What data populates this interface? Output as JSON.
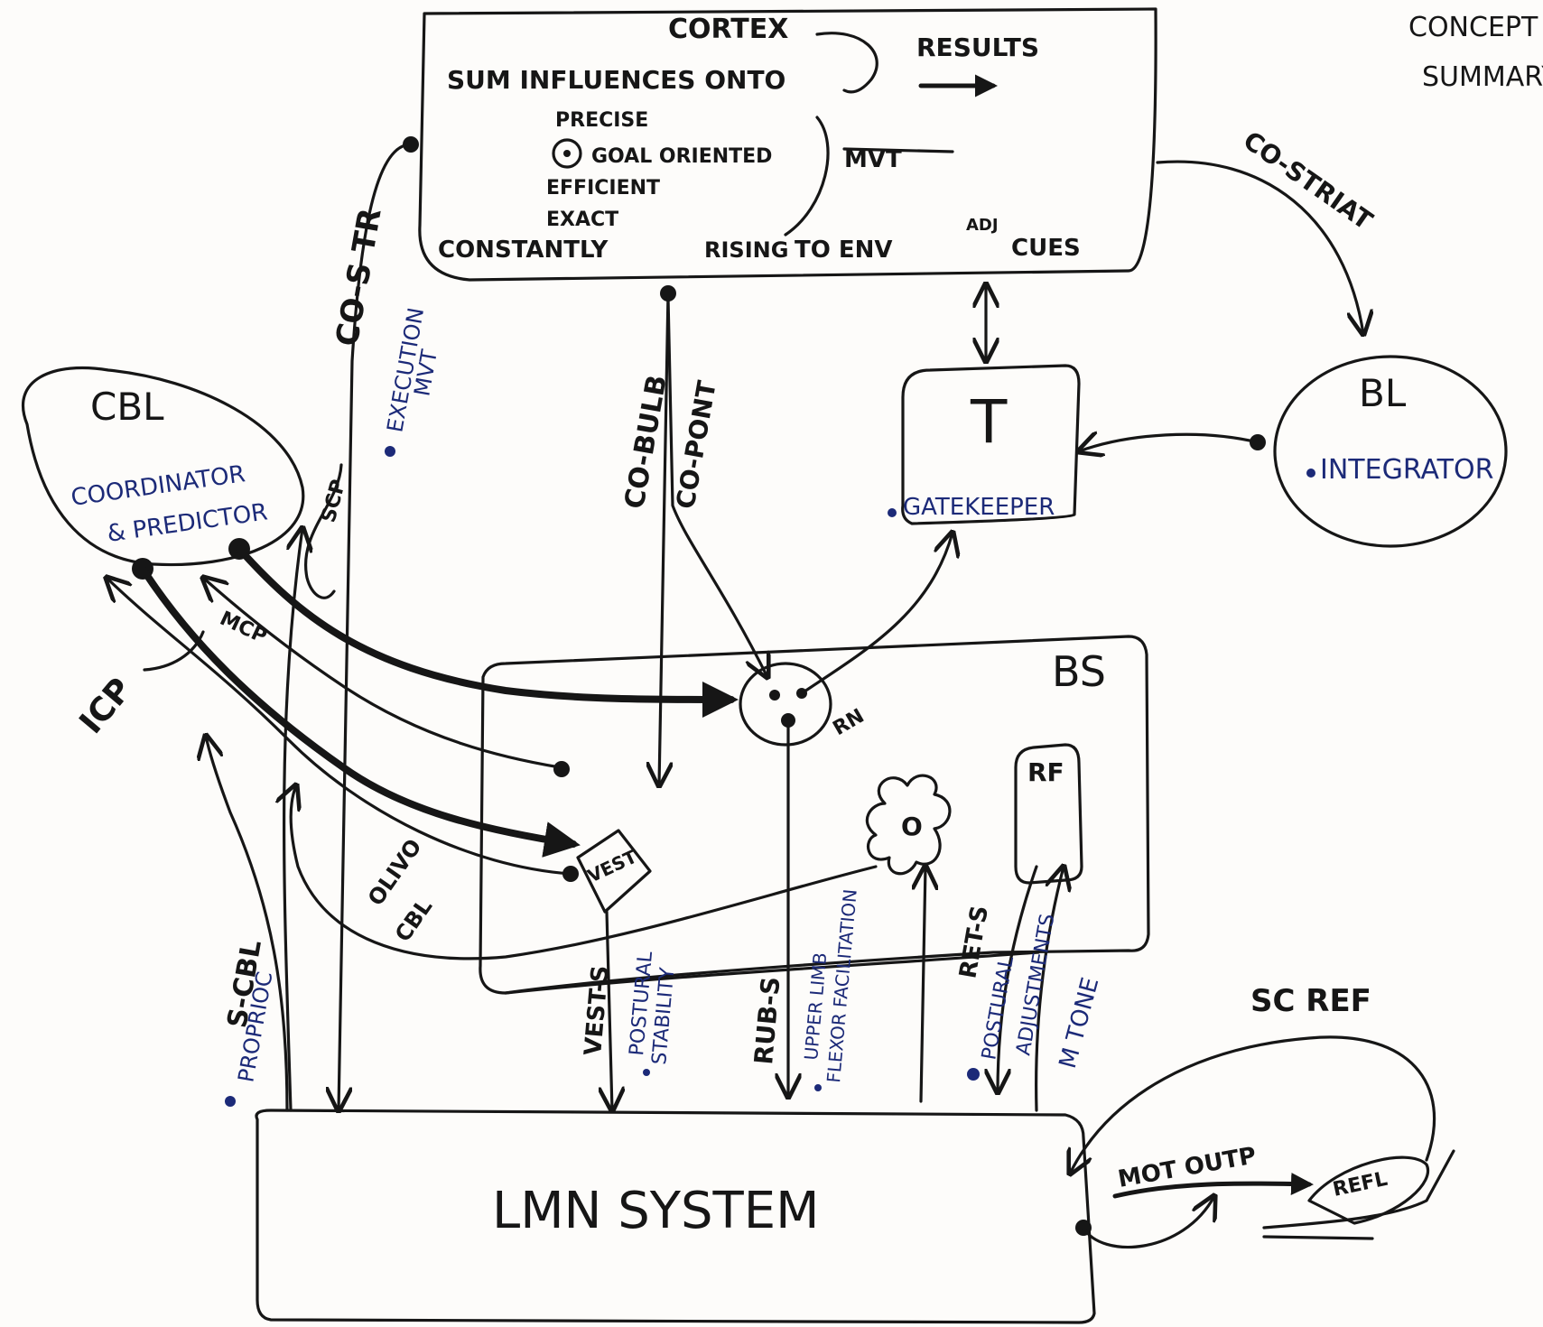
{
  "cortex": {
    "heading": "CORTEX",
    "results": "RESULTS",
    "line1": "SUM INFLUENCES ONTO",
    "precise": "PRECISE",
    "goal": "GOAL ORIENTED",
    "mvt": "MVT",
    "efficient": "EFFICIENT",
    "exact": "EXACT",
    "constantly": "CONSTANTLY",
    "rising": "RISING",
    "adj": "ADJ",
    "env": "TO ENV",
    "cues": "CUES"
  },
  "corner_title": [
    "CONCEPT",
    "SUMMARY"
  ],
  "tracts": {
    "co_st": "CO-STRIAT",
    "co_s": "CO-S TR",
    "co_bulb": "CO-BULB",
    "co_pont": "CO-PONT",
    "execution": [
      "EXECUTION",
      "MVT"
    ],
    "scp": "SCP",
    "mcp": "MCP",
    "icp": "ICP",
    "olivo": [
      "OLIVO",
      "CBL"
    ],
    "s_cbl": "S-CBL",
    "proprioc": "PROPRIOC",
    "vest_s": "VEST-S",
    "postural": [
      "POSTURAL",
      "STABILITY"
    ],
    "rub_s": "RUB-S",
    "upper_limb": [
      "UPPER LIMB",
      "FLEXOR FACILITATION"
    ],
    "ret_s": "RET-S",
    "postural_adj": [
      "POSTURAL",
      "ADJUSTMENTS"
    ],
    "m_tone": "M TONE"
  },
  "nodes": {
    "cbl": {
      "label": "CBL",
      "role": [
        "COORDINATOR",
        "& PREDICTOR"
      ]
    },
    "bl": {
      "label": "BL",
      "role": "INTEGRATOR"
    },
    "t": {
      "label": "T",
      "role": "GATEKEEPER"
    },
    "bs": {
      "label": "BS"
    },
    "rn": {
      "label": "RN"
    },
    "vest": {
      "label": "VEST"
    },
    "o": {
      "label": "O"
    },
    "rf": {
      "label": "RF"
    },
    "lmn": {
      "label": "LMN SYSTEM"
    },
    "scref": {
      "label": "SC REF"
    },
    "mot_output": "MOT OUTP",
    "reflex": "REFL"
  }
}
